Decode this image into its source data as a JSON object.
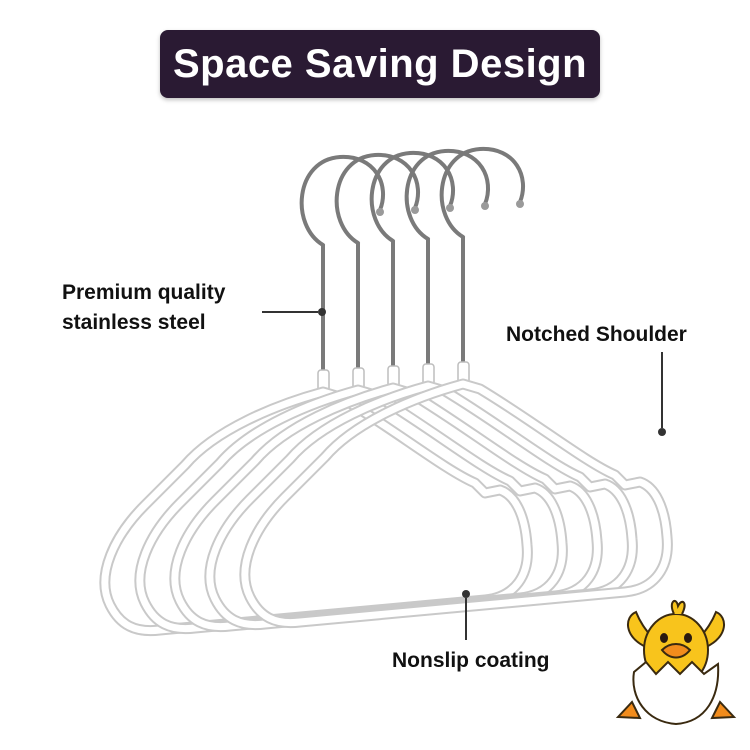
{
  "banner": {
    "title": "Space Saving Design",
    "background": "#2a1a33"
  },
  "callouts": {
    "steel_line1": "Premium quality",
    "steel_line2": "stainless steel",
    "shoulder": "Notched Shoulder",
    "coating": "Nonslip coating"
  },
  "colors": {
    "hanger_coating": "#ffffff",
    "hanger_outline": "#c9c9c9",
    "hook_steel": "#7a7a7a",
    "leader_line": "#333333",
    "mascot_yellow": "#f8c41c",
    "mascot_orange": "#f28c1c"
  },
  "icons": {
    "mascot": "duck-in-eggshell-icon"
  }
}
